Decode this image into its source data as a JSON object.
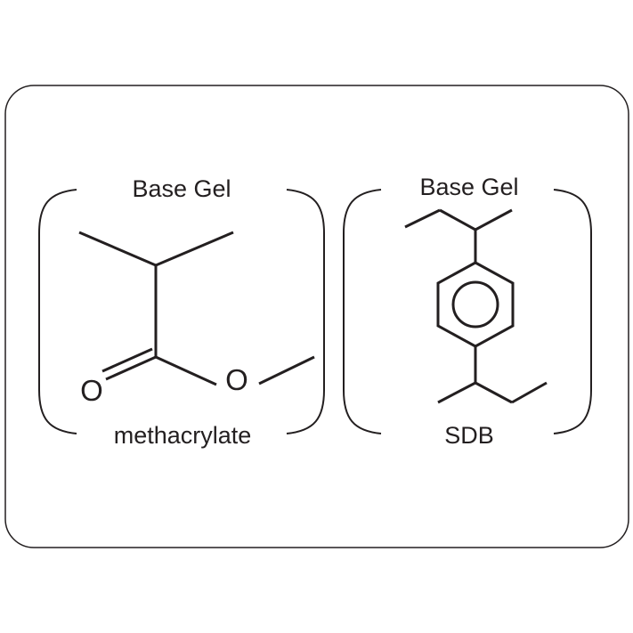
{
  "panels": {
    "methacrylate": {
      "top_label": "Base Gel",
      "bottom_label": "methacrylate",
      "atom_oxygen_carbonyl": "O",
      "atom_oxygen_ester": "O"
    },
    "sdb": {
      "top_label": "Base Gel",
      "bottom_label": "SDB"
    }
  },
  "colors": {
    "ink": "#231f20",
    "background": "#ffffff"
  }
}
